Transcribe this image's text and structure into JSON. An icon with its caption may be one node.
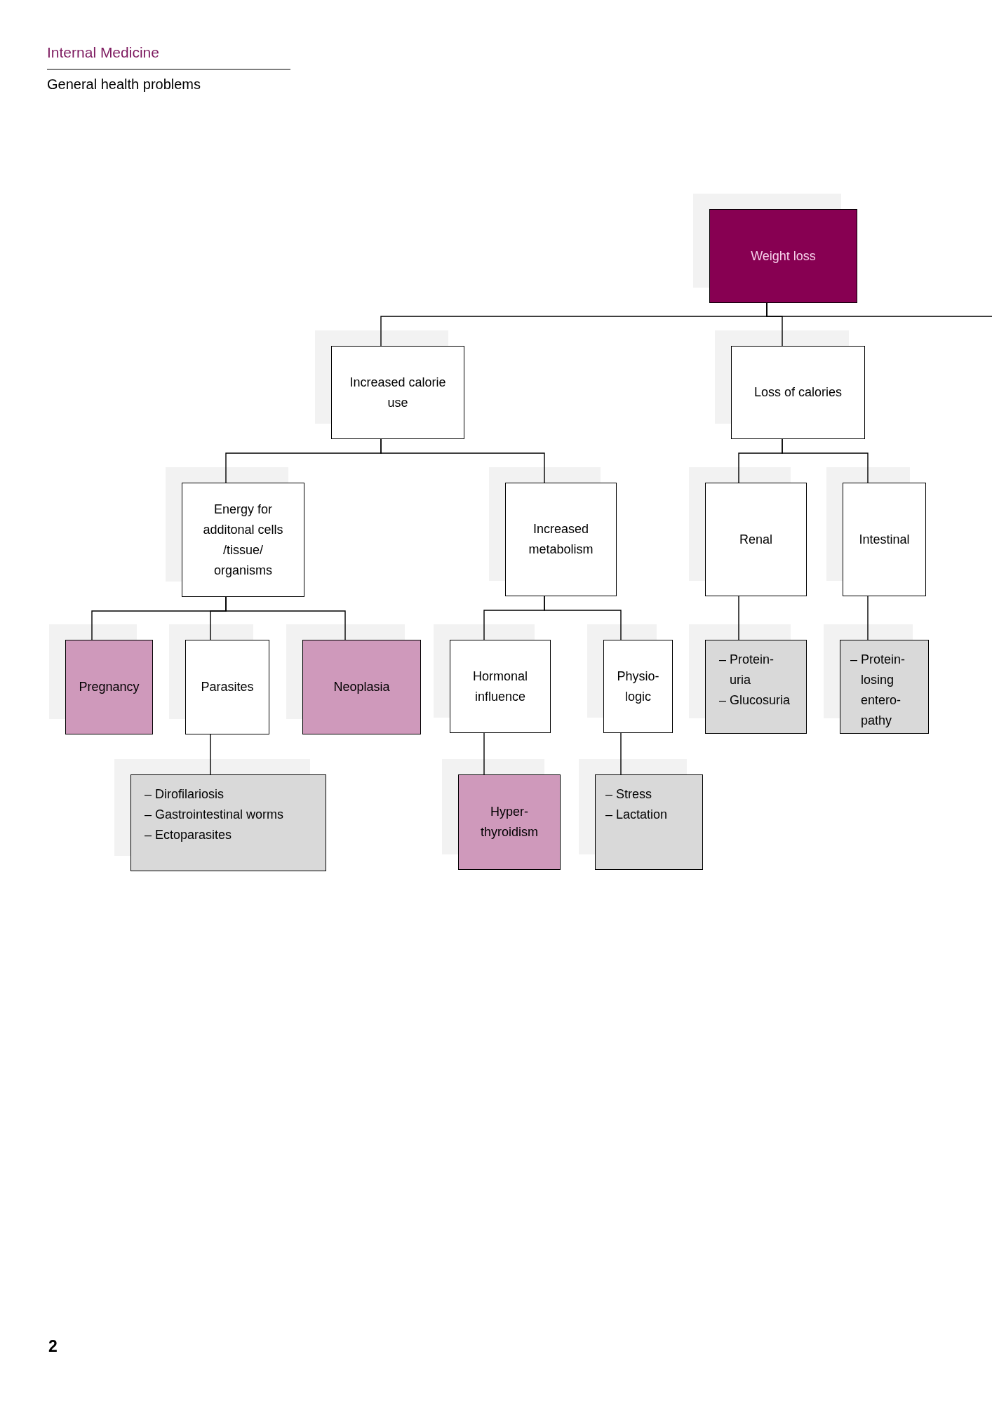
{
  "diagram": {
    "nodes": [
      {
        "text": [
          "Weight loss"
        ]
      },
      {
        "text": [
          "Increased calorie use"
        ]
      },
      {
        "text": [
          "Loss of calories"
        ]
      },
      {
        "text": [
          "Energy for additonal cells /tissue/ organisms"
        ]
      },
      {
        "text": [
          "Increased metabolism"
        ]
      },
      {
        "text": [
          "Renal"
        ]
      },
      {
        "text": [
          "Intestinal"
        ]
      },
      {
        "text": [
          "Pregnancy"
        ]
      },
      {
        "text": [
          "Parasites"
        ]
      },
      {
        "text": [
          "Neoplasia"
        ]
      },
      {
        "text": [
          "Hormonal influence"
        ]
      },
      {
        "text": [
          "Physio- logic"
        ]
      },
      {
        "text": [
          "– Protein- uria",
          "– Glucosuria"
        ]
      },
      {
        "text": [
          "– Protein- losing entero- pathy"
        ]
      },
      {
        "text": [
          "– Dirofilariosis",
          "– Gastrointestinal worms",
          "– Ectoparasites"
        ]
      },
      {
        "text": [
          "Hyper- thyroidism"
        ]
      },
      {
        "text": [
          "– Stress",
          "– Lactation"
        ]
      }
    ],
    "edges": [
      {
        "from": 0,
        "to": 1,
        "arrow": "none"
      },
      {
        "from": 0,
        "to": 2,
        "arrow": "none"
      },
      {
        "from": 0,
        "to": null,
        "arrow": "none"
      },
      {
        "from": 1,
        "to": 3,
        "arrow": "none"
      },
      {
        "from": 1,
        "to": 4,
        "arrow": "none"
      },
      {
        "from": 2,
        "to": 5,
        "arrow": "none"
      },
      {
        "from": 2,
        "to": 6,
        "arrow": "none"
      },
      {
        "from": 3,
        "to": 7,
        "arrow": "none"
      },
      {
        "from": 3,
        "to": 8,
        "arrow": "none"
      },
      {
        "from": 3,
        "to": 9,
        "arrow": "none"
      },
      {
        "from": 4,
        "to": 10,
        "arrow": "none"
      },
      {
        "from": 4,
        "to": 11,
        "arrow": "none"
      },
      {
        "from": 5,
        "to": 12,
        "arrow": "none"
      },
      {
        "from": 6,
        "to": 13,
        "arrow": "none"
      },
      {
        "from": 8,
        "to": 14,
        "arrow": "none"
      },
      {
        "from": 10,
        "to": 15,
        "arrow": "none"
      },
      {
        "from": 11,
        "to": 16,
        "arrow": "none"
      }
    ],
    "labels": [
      "Internal Medicine",
      "General health problems",
      "2"
    ]
  }
}
